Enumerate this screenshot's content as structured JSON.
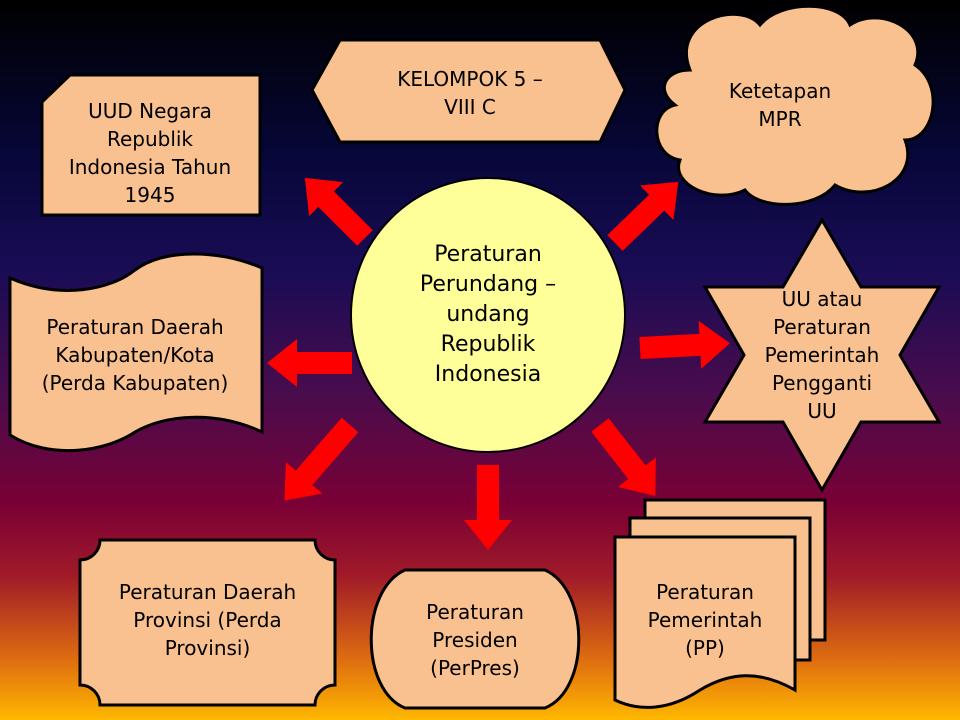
{
  "center": {
    "label": "Peraturan\nPerundang –\nundang\nRepublik\nIndonesia"
  },
  "nodes": {
    "group": "KELOMPOK 5 –\nVIII C",
    "uud": "UUD Negara\nRepublik\nIndonesia Tahun\n1945",
    "tap_mpr": "Ketetapan\nMPR",
    "uu_perpu": "UU atau\nPeraturan\nPemerintah\nPengganti\nUU",
    "perda_kab": "Peraturan Daerah\nKabupaten/Kota\n(Perda Kabupaten)",
    "perda_prov": "Peraturan Daerah\nProvinsi (Perda\nProvinsi)",
    "perpres": "Peraturan\nPresiden\n(PerPres)",
    "pp": "Peraturan\nPemerintah\n(PP)"
  },
  "colors": {
    "shape_fill": "#f9c090",
    "center_fill": "#ffff99",
    "arrow": "#ff0000"
  }
}
